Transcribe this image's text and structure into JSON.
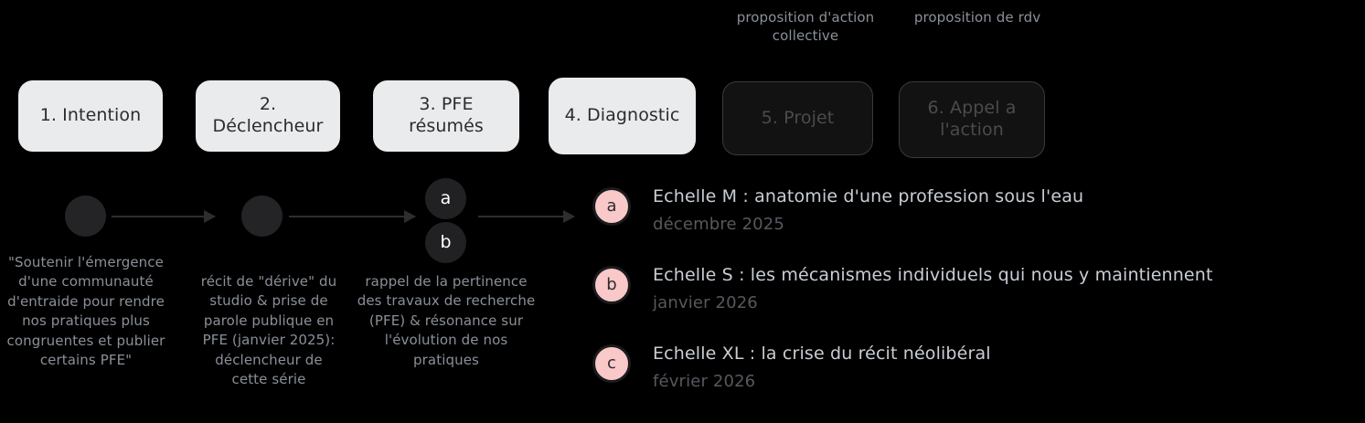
{
  "steps": [
    {
      "label": "1. Intention",
      "state": "active"
    },
    {
      "label": "2. Déclencheur",
      "state": "active"
    },
    {
      "label": "3. PFE résumés",
      "state": "active"
    },
    {
      "label": "4. Diagnostic",
      "state": "active"
    },
    {
      "label": "5. Projet",
      "state": "inactive"
    },
    {
      "label": "6. Appel a l'action",
      "state": "inactive"
    }
  ],
  "notes": [
    {
      "text": "proposition d'action collective"
    },
    {
      "text": "proposition de rdv"
    }
  ],
  "flow": {
    "letter_nodes": [
      {
        "label": "a"
      },
      {
        "label": "b"
      }
    ]
  },
  "captions": [
    {
      "text": "\"Soutenir l'émergence d'une communauté d'entraide pour rendre nos pratiques plus congruentes et publier certains PFE\""
    },
    {
      "text": "récit de \"dérive\" du studio & prise de parole publique en PFE (janvier 2025): déclencheur de cette série"
    },
    {
      "text": "rappel de la pertinence des travaux de recherche (PFE) & résonance sur l'évolution de nos pratiques"
    }
  ],
  "episodes": [
    {
      "badge": "a",
      "title": "Echelle M : anatomie d'une profession sous l'eau",
      "date": "décembre 2025"
    },
    {
      "badge": "b",
      "title": "Echelle S : les mécanismes individuels qui nous y maintiennent",
      "date": "janvier 2026"
    },
    {
      "badge": "c",
      "title": "Echelle XL : la crise du récit néolibéral",
      "date": "février 2026"
    }
  ],
  "colors": {
    "background": "#000000",
    "active_box_fill": "#e9ebed",
    "active_box_text": "#2c2c30",
    "inactive_box_border": "#3a3a3c",
    "inactive_box_text": "#4b4b4e",
    "badge_pink": "#f9c8c8",
    "caption_gray": "#8a9098",
    "episode_title": "#c9ced4",
    "episode_date": "#55595e",
    "arrow": "#2e2e30",
    "node_dot": "#242426"
  }
}
